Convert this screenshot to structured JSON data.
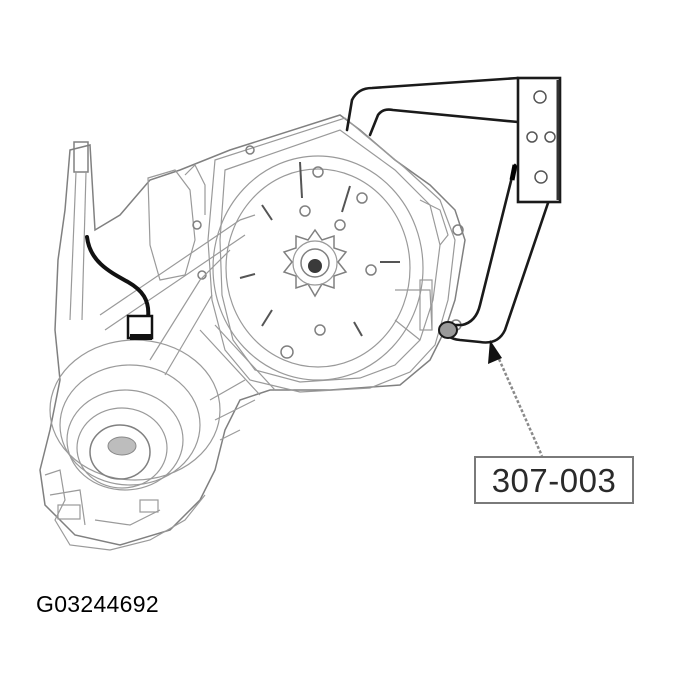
{
  "diagram": {
    "subject": "transmission-housing-with-special-tool",
    "callout": {
      "label": "307-003",
      "points_to": "special-tool-bracket"
    },
    "figure_id": "G03244692",
    "colors": {
      "background": "#ffffff",
      "line_art": "#9a9a9a",
      "tool_outline": "#1a1a1a",
      "callout_border": "#7a7a7a",
      "text": "#000000"
    }
  }
}
